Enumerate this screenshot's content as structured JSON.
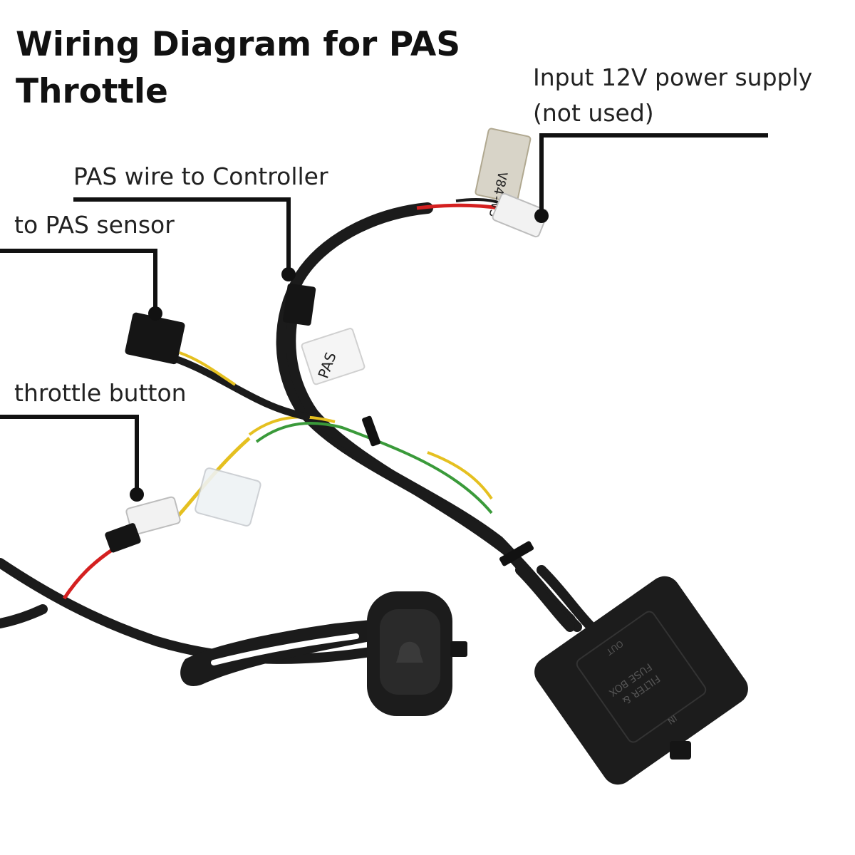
{
  "title": "Wiring Diagram for PAS Throttle",
  "labels": {
    "power_line1": "Input 12V power supply",
    "power_line2": "(not used)",
    "controller": "PAS wire to Controller",
    "sensor": "to PAS sensor",
    "throttle": "throttle button"
  },
  "photo_text": {
    "power_tag": "V84-VS",
    "pas_tag": "PAS",
    "fuse_box_line1": "FILTER &",
    "fuse_box_line2": "FUSE BOX",
    "fuse_box_out": "OUT",
    "fuse_box_in": "IN"
  },
  "colors": {
    "text": "#111111",
    "leader_line": "#111111",
    "cable": "#1b1b1b",
    "connector_white": "#f2f2f2",
    "connector_black": "#151515",
    "wire_red": "#d42020",
    "wire_yellow": "#e5c020",
    "wire_green": "#3a9a3a",
    "fuse_box": "#1c1c1c"
  }
}
